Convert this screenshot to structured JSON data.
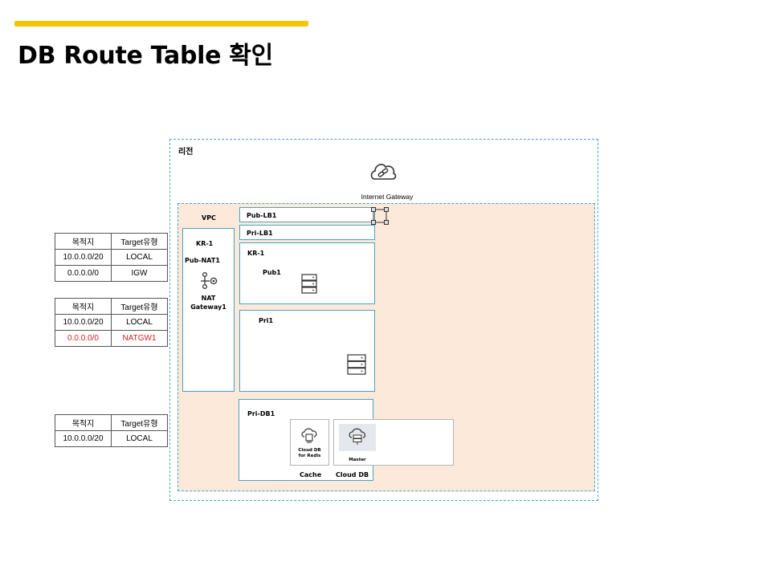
{
  "header": {
    "title": "DB Route Table 확인",
    "accent_color": "#f5c400"
  },
  "route_tables": [
    {
      "headers": [
        "목적지",
        "Target유형"
      ],
      "rows": [
        {
          "dest": "10.0.0.0/20",
          "target": "LOCAL"
        },
        {
          "dest": "0.0.0.0/0",
          "target": "IGW"
        }
      ]
    },
    {
      "headers": [
        "목적지",
        "Target유형"
      ],
      "rows": [
        {
          "dest": "10.0.0.0/20",
          "target": "LOCAL"
        },
        {
          "dest": "0.0.0.0/0",
          "target": "NATGW1",
          "highlight": true
        }
      ]
    },
    {
      "headers": [
        "목적지",
        "Target유형"
      ],
      "rows": [
        {
          "dest": "10.0.0.0/20",
          "target": "LOCAL"
        }
      ]
    }
  ],
  "diagram": {
    "region_label": "리전",
    "internet_gateway": "Internet Gateway",
    "vpc_label": "VPC",
    "zone_left": {
      "zone": "KR-1",
      "subnet": "Pub-NAT1",
      "nat_line1": "NAT",
      "nat_line2": "Gateway1"
    },
    "pub_lb": "Pub-LB1",
    "pri_lb": "Pri-LB1",
    "zone_right": {
      "zone": "KR-1",
      "subnet": "Pub1"
    },
    "pri1": "Pri1",
    "pri_db": "Pri-DB1",
    "redis_line1": "Cloud DB",
    "redis_line2": "for Redis",
    "master": "Master",
    "cache_label": "Cache",
    "clouddb_label": "Cloud DB",
    "colors": {
      "border": "#4aa3c3",
      "vpc_fill": "#fce9d9",
      "highlight": "#d42020"
    },
    "icons": [
      "cloud-link-icon",
      "nat-gateway-icon",
      "server-icon",
      "redis-chip-icon",
      "cloud-db-icon",
      "lb-selection-icon"
    ]
  }
}
